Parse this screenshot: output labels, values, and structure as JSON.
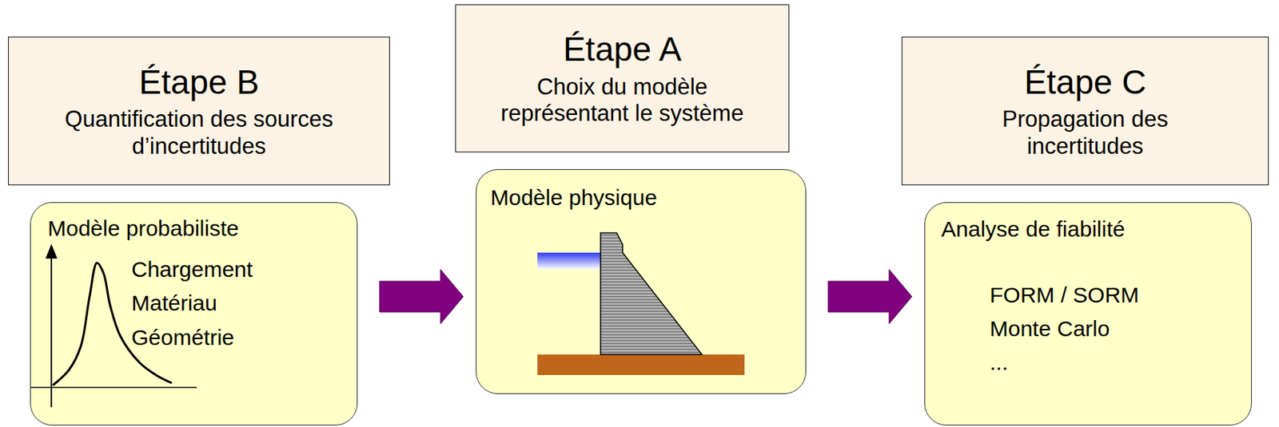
{
  "diagram": {
    "nodes": [
      {
        "text": [
          "Étape B",
          "Quantification des sources d’incertitudes"
        ]
      },
      {
        "text": [
          "Modèle probabiliste",
          "Chargement",
          "Matériau",
          "Géométrie"
        ]
      },
      {
        "text": [
          "Étape A",
          "Choix du modèle représentant le système"
        ]
      },
      {
        "text": [
          "Modèle physique"
        ]
      },
      {
        "text": [
          "Étape C",
          "Propagation des incertitudes"
        ]
      },
      {
        "text": [
          "Analyse de fiabilité",
          "FORM / SORM",
          "Monte Carlo",
          "..."
        ]
      }
    ],
    "edges": [
      {
        "from": 1,
        "to": 3,
        "arrow": "to"
      },
      {
        "from": 3,
        "to": 5,
        "arrow": "to"
      }
    ]
  }
}
